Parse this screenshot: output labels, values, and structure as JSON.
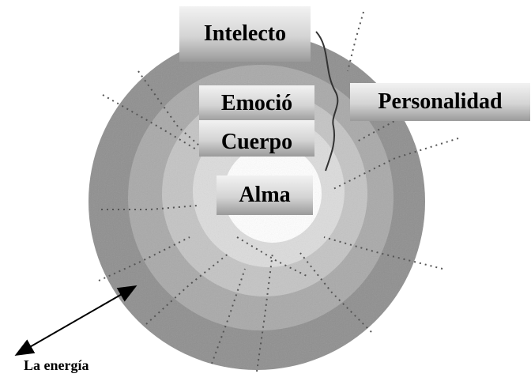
{
  "diagram": {
    "labels": {
      "intelecto": "Intelecto",
      "personalidad": "Personalidad",
      "emocion": "Emoció",
      "cuerpo": "Cuerpo",
      "alma": "Alma",
      "energia": "La energía"
    },
    "colors": {
      "outer_ring": "#8f8f8f",
      "second_ring": "#a9a9a9",
      "third_ring": "#c4c4c4",
      "fourth_ring": "#dcdcdc",
      "center": "#ffffff",
      "label_box_light": "#f2f2f2",
      "label_box_dark": "#9a9a9a"
    }
  }
}
